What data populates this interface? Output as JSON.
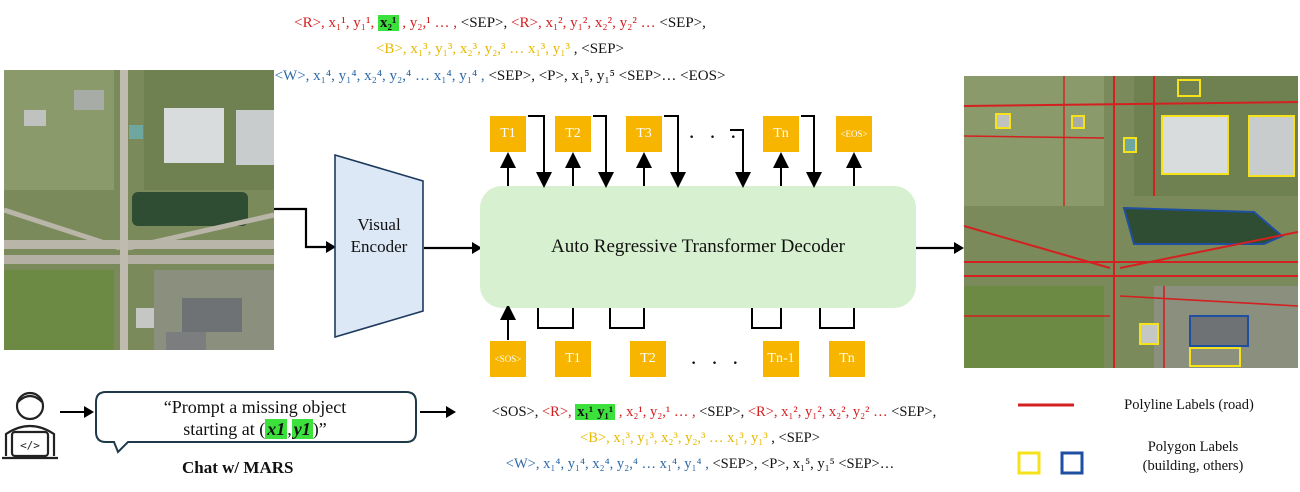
{
  "colors": {
    "road": "#d42020",
    "building": "#f5e21a",
    "other": "#1f4fa0",
    "token_box": "#f7b500",
    "decoder_fill": "#d7f0cf",
    "encoder_fill": "#dce8f5",
    "highlight": "#3ce13c",
    "red_text": "#d42020",
    "yellow_text": "#e6b800",
    "blue_text": "#2e6aa8"
  },
  "encoder": {
    "label": "Visual Encoder"
  },
  "decoder": {
    "label": "Auto Regressive Transformer Decoder"
  },
  "output_tokens": [
    "T1",
    "T2",
    "T3",
    "Tn",
    "<EOS>"
  ],
  "input_tokens": [
    "<SOS>",
    "T1",
    "T2",
    "Tn-1",
    "Tn"
  ],
  "ellipsis": "· · ·",
  "top_sequence": {
    "line1": {
      "r1": "<R>,",
      "p1": "x₁¹, y₁¹,",
      "hl1": "x₂¹",
      "p1b": ", y₂,¹ … ,",
      "sep1": "<SEP>,",
      "r2": "<R>,",
      "p2": "x₁², y₁², x₂², y₂² …",
      "sep2": "<SEP>,"
    },
    "line2": {
      "b": "<B>,",
      "p": "x₁³, y₁³, x₂³, y₂,³ … x₁³, y₁³",
      "sep": ", <SEP>"
    },
    "line3": {
      "w": "<W>,",
      "p": "x₁⁴, y₁⁴, x₂⁴, y₂,⁴ … x₁⁴, y₁⁴ ,",
      "rest": "<SEP>, <P>, x₁⁵, y₁⁵ <SEP>… <EOS>"
    }
  },
  "bottom_sequence": {
    "line1": {
      "sos": "<SOS>,",
      "r1": "<R>,",
      "hl_x": "x₁¹",
      "hl_y": "y₁¹",
      "p1": ", x₂¹, y₂,¹ … ,",
      "sep1": "<SEP>,",
      "r2": "<R>,",
      "p2": "x₁², y₁², x₂², y₂² …",
      "sep2": "<SEP>,"
    },
    "line2": {
      "b": "<B>,",
      "p": "x₁³, y₁³, x₂³, y₂,³ … x₁³, y₁³",
      "sep": ", <SEP>"
    },
    "line3": {
      "w": "<W>,",
      "p": "x₁⁴, y₁⁴, x₂⁴, y₂,⁴ … x₁⁴, y₁⁴ ,",
      "rest": "<SEP>, <P>, x₁⁵, y₁⁵ <SEP>…"
    }
  },
  "chat": {
    "prompt_line1": "“Prompt a missing object",
    "prompt_line2_pre": "starting at (",
    "hl_x": "x1",
    "comma": ",",
    "hl_y": "y1",
    "prompt_line2_post": ")”",
    "title": "Chat w/ MARS"
  },
  "legend": {
    "polyline_label": "Polyline Labels (road)",
    "polygon_label_line1": "Polygon Labels",
    "polygon_label_line2": "(building, others)"
  }
}
